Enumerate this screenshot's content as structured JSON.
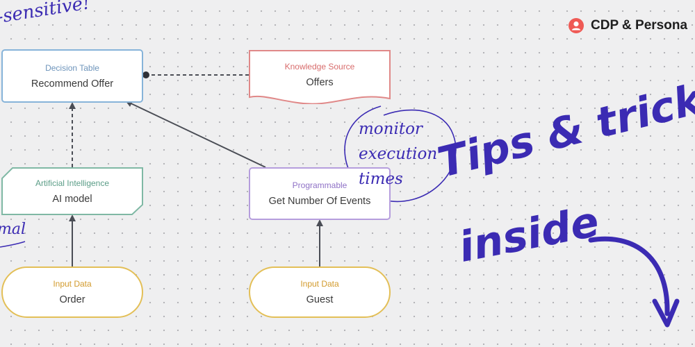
{
  "brand": {
    "label": "CDP & Persona",
    "accent": "#ef5a55"
  },
  "nodes": {
    "decision_table": {
      "type": "Decision Table",
      "name": "Recommend Offer",
      "border": "#86b3d9"
    },
    "knowledge_source": {
      "type": "Knowledge Source",
      "name": "Offers",
      "border": "#e08888"
    },
    "ai_model": {
      "type": "Artificial Intelligence",
      "name": "AI model",
      "border": "#7fb8a4"
    },
    "programmable": {
      "type": "Programmable",
      "name": "Get Number Of Events",
      "border": "#b59ddd"
    },
    "input_order": {
      "type": "Input Data",
      "name": "Order",
      "border": "#e3bf57"
    },
    "input_guest": {
      "type": "Input Data",
      "name": "Guest",
      "border": "#e3bf57"
    }
  },
  "annotations": {
    "sensitive": "-sensitive!",
    "nal": "mal",
    "monitor_lines": [
      "monitor",
      "execution",
      "times"
    ]
  },
  "headline": {
    "line1": "Tips & tricks",
    "line2": "inside",
    "color": "#3b2bb3"
  }
}
